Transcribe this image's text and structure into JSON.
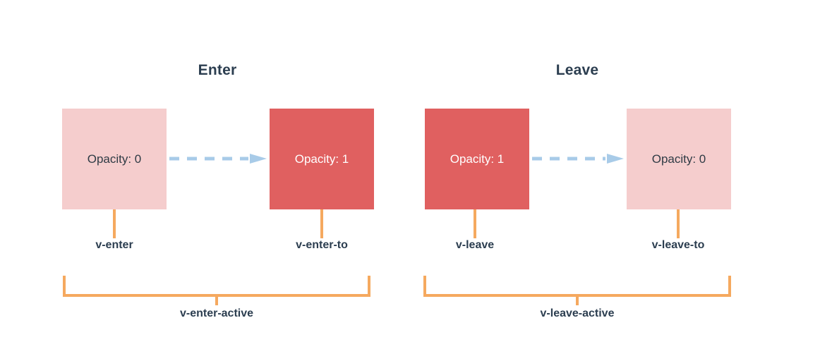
{
  "diagram": {
    "title_enter": "Enter",
    "title_leave": "Leave",
    "colors": {
      "box_light": "#f5cdcd",
      "box_solid": "#e06060",
      "arrow": "#a8cbe8",
      "bracket": "#f5a95f",
      "text_dark": "#2c3e50",
      "text_on_solid": "#ffffff",
      "background": "#ffffff"
    },
    "groups": [
      {
        "name": "enter",
        "title": "Enter",
        "boxes": [
          {
            "state": "light",
            "opacity_label": "Opacity: 0",
            "class_label": "v-enter"
          },
          {
            "state": "solid",
            "opacity_label": "Opacity: 1",
            "class_label": "v-enter-to"
          }
        ],
        "active_label": "v-enter-active"
      },
      {
        "name": "leave",
        "title": "Leave",
        "boxes": [
          {
            "state": "solid",
            "opacity_label": "Opacity: 1",
            "class_label": "v-leave"
          },
          {
            "state": "light",
            "opacity_label": "Opacity: 0",
            "class_label": "v-leave-to"
          }
        ],
        "active_label": "v-leave-active"
      }
    ]
  }
}
